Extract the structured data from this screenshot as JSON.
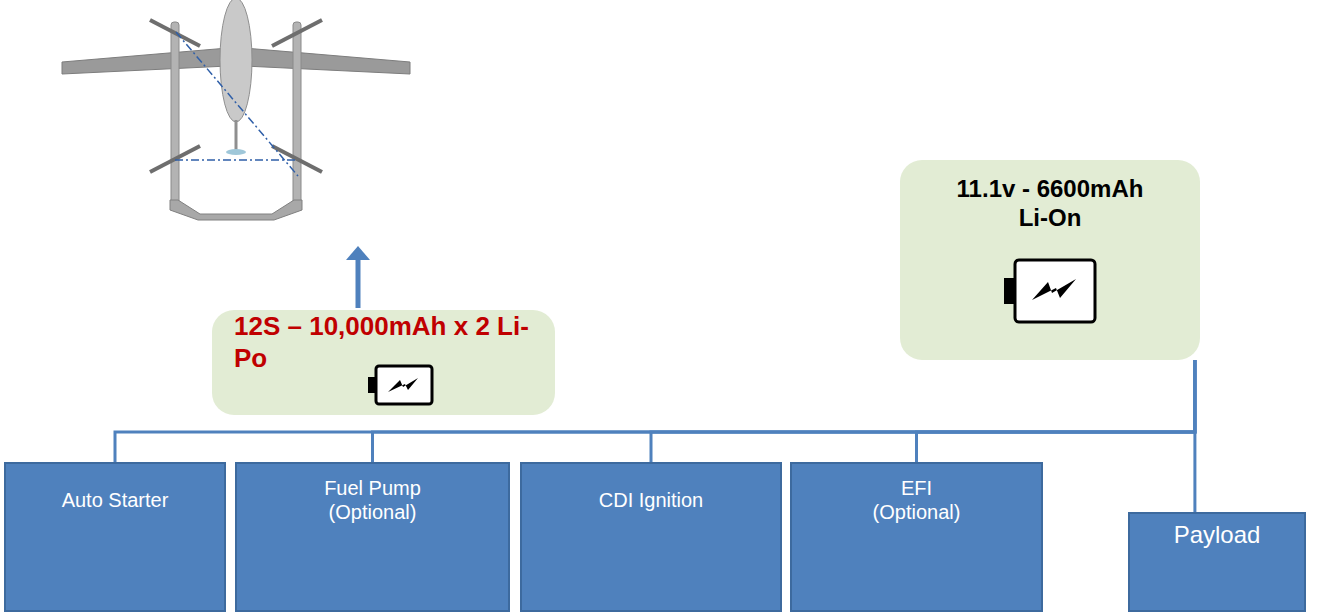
{
  "diagram": {
    "nodes": [
      {
        "text": [
          "12S – 10,000mAh x 2 Li-Po"
        ]
      },
      {
        "text": [
          "11.1v - 6600mAh Li-On"
        ]
      },
      {
        "text": [
          "Auto Starter"
        ]
      },
      {
        "text": [
          "Fuel Pump (Optional)"
        ]
      },
      {
        "text": [
          "CDI Ignition"
        ]
      },
      {
        "text": [
          "EFI (Optional)"
        ]
      },
      {
        "text": [
          "Payload"
        ]
      }
    ],
    "edges": [
      {
        "from": 1,
        "to": 2,
        "arrow": "none"
      },
      {
        "from": 1,
        "to": 3,
        "arrow": "none"
      },
      {
        "from": 1,
        "to": 4,
        "arrow": "none"
      },
      {
        "from": 1,
        "to": 5,
        "arrow": "none"
      },
      {
        "from": 1,
        "to": 6,
        "arrow": "none"
      }
    ]
  }
}
